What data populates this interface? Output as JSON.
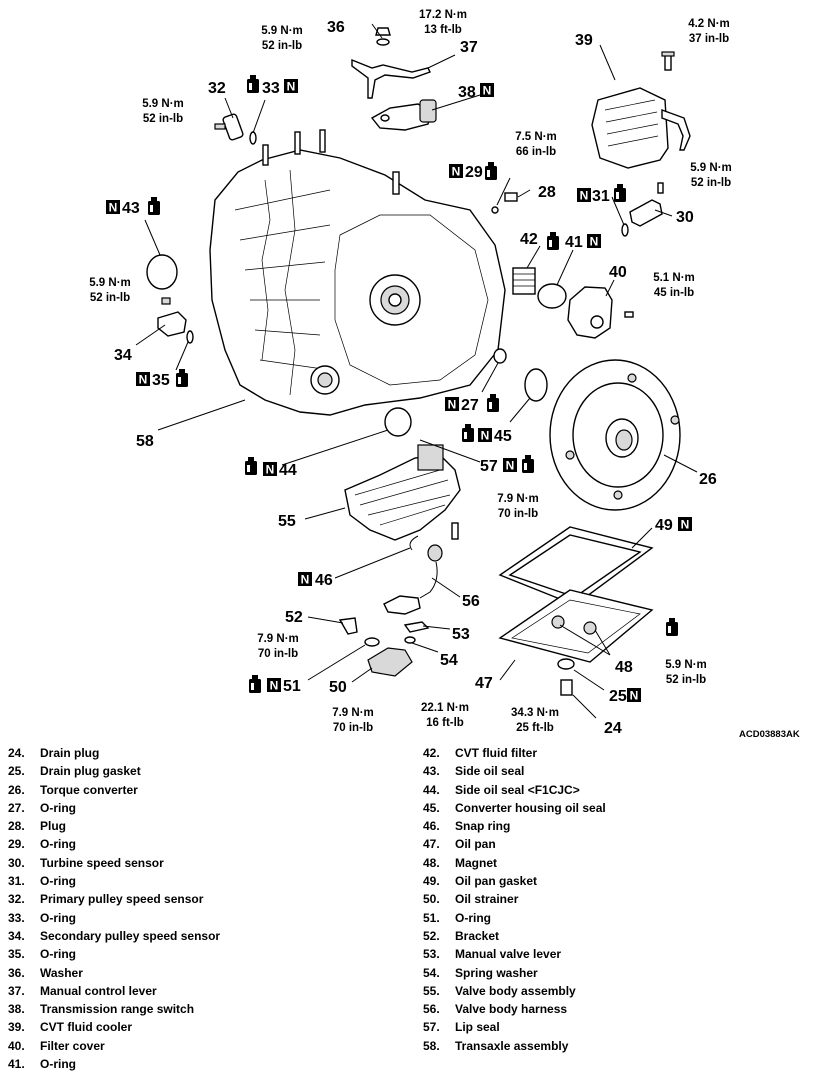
{
  "figure_code": "ACD03883AK",
  "callouts": [
    {
      "id": "c36",
      "num": "36"
    },
    {
      "id": "c37",
      "num": "37"
    },
    {
      "id": "c39",
      "num": "39"
    },
    {
      "id": "c32",
      "num": "32"
    },
    {
      "id": "c33",
      "num": "33"
    },
    {
      "id": "c38",
      "num": "38"
    },
    {
      "id": "c29",
      "num": "29"
    },
    {
      "id": "c28",
      "num": "28"
    },
    {
      "id": "c31",
      "num": "31"
    },
    {
      "id": "c30",
      "num": "30"
    },
    {
      "id": "c43",
      "num": "43"
    },
    {
      "id": "c42",
      "num": "42"
    },
    {
      "id": "c41",
      "num": "41"
    },
    {
      "id": "c40",
      "num": "40"
    },
    {
      "id": "c34",
      "num": "34"
    },
    {
      "id": "c35",
      "num": "35"
    },
    {
      "id": "c27",
      "num": "27"
    },
    {
      "id": "c45",
      "num": "45"
    },
    {
      "id": "c58",
      "num": "58"
    },
    {
      "id": "c44",
      "num": "44"
    },
    {
      "id": "c57",
      "num": "57"
    },
    {
      "id": "c26",
      "num": "26"
    },
    {
      "id": "c55",
      "num": "55"
    },
    {
      "id": "c49",
      "num": "49"
    },
    {
      "id": "c46",
      "num": "46"
    },
    {
      "id": "c56",
      "num": "56"
    },
    {
      "id": "c52",
      "num": "52"
    },
    {
      "id": "c53",
      "num": "53"
    },
    {
      "id": "c54",
      "num": "54"
    },
    {
      "id": "c48",
      "num": "48"
    },
    {
      "id": "c51",
      "num": "51"
    },
    {
      "id": "c50",
      "num": "50"
    },
    {
      "id": "c47",
      "num": "47"
    },
    {
      "id": "c25",
      "num": "25"
    },
    {
      "id": "c24",
      "num": "24"
    }
  ],
  "torques": [
    {
      "id": "t36",
      "nm": "5.9 N·m",
      "imp": "52 in-lb"
    },
    {
      "id": "t36b",
      "nm": "17.2 N·m",
      "imp": "13 ft-lb"
    },
    {
      "id": "t39",
      "nm": "4.2 N·m",
      "imp": "37 in-lb"
    },
    {
      "id": "t32",
      "nm": "5.9 N·m",
      "imp": "52 in-lb"
    },
    {
      "id": "t28",
      "nm": "7.5 N·m",
      "imp": "66 in-lb"
    },
    {
      "id": "t30",
      "nm": "5.9 N·m",
      "imp": "52 in-lb"
    },
    {
      "id": "t34",
      "nm": "5.9 N·m",
      "imp": "52 in-lb"
    },
    {
      "id": "t40",
      "nm": "5.1 N·m",
      "imp": "45 in-lb"
    },
    {
      "id": "t55",
      "nm": "7.9 N·m",
      "imp": "70 in-lb"
    },
    {
      "id": "t52",
      "nm": "7.9 N·m",
      "imp": "70 in-lb"
    },
    {
      "id": "t50",
      "nm": "7.9 N·m",
      "imp": "70 in-lb"
    },
    {
      "id": "t54",
      "nm": "22.1 N·m",
      "imp": "16 ft-lb"
    },
    {
      "id": "t24",
      "nm": "34.3 N·m",
      "imp": "25 ft-lb"
    },
    {
      "id": "t47",
      "nm": "5.9 N·m",
      "imp": "52 in-lb"
    }
  ],
  "legend_left": [
    {
      "n": "24.",
      "t": "Drain plug"
    },
    {
      "n": "25.",
      "t": "Drain plug gasket"
    },
    {
      "n": "26.",
      "t": "Torque converter"
    },
    {
      "n": "27.",
      "t": "O-ring"
    },
    {
      "n": "28.",
      "t": "Plug"
    },
    {
      "n": "29.",
      "t": "O-ring"
    },
    {
      "n": "30.",
      "t": "Turbine speed sensor"
    },
    {
      "n": "31.",
      "t": "O-ring"
    },
    {
      "n": "32.",
      "t": "Primary pulley speed sensor"
    },
    {
      "n": "33.",
      "t": "O-ring"
    },
    {
      "n": "34.",
      "t": "Secondary pulley speed sensor"
    },
    {
      "n": "35.",
      "t": "O-ring"
    },
    {
      "n": "36.",
      "t": "Washer"
    },
    {
      "n": "37.",
      "t": "Manual control lever"
    },
    {
      "n": "38.",
      "t": "Transmission range switch"
    },
    {
      "n": "39.",
      "t": "CVT fluid cooler"
    },
    {
      "n": "40.",
      "t": "Filter cover"
    },
    {
      "n": "41.",
      "t": "O-ring"
    }
  ],
  "legend_right": [
    {
      "n": "42.",
      "t": "CVT fluid filter"
    },
    {
      "n": "43.",
      "t": "Side oil seal"
    },
    {
      "n": "44.",
      "t": "Side oil seal <F1CJC>"
    },
    {
      "n": "45.",
      "t": "Converter housing oil seal"
    },
    {
      "n": "46.",
      "t": "Snap ring"
    },
    {
      "n": "47.",
      "t": "Oil pan"
    },
    {
      "n": "48.",
      "t": "Magnet"
    },
    {
      "n": "49.",
      "t": "Oil pan gasket"
    },
    {
      "n": "50.",
      "t": "Oil strainer"
    },
    {
      "n": "51.",
      "t": "O-ring"
    },
    {
      "n": "52.",
      "t": "Bracket"
    },
    {
      "n": "53.",
      "t": "Manual valve lever"
    },
    {
      "n": "54.",
      "t": "Spring washer"
    },
    {
      "n": "55.",
      "t": "Valve body assembly"
    },
    {
      "n": "56.",
      "t": "Valve body harness"
    },
    {
      "n": "57.",
      "t": "Lip seal"
    },
    {
      "n": "58.",
      "t": "Transaxle assembly"
    }
  ]
}
